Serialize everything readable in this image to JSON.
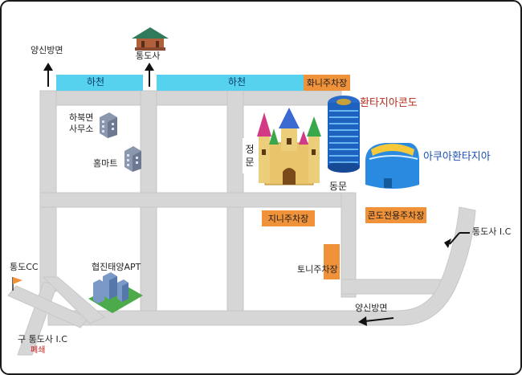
{
  "labels": {
    "yangsin_top": "양신방면",
    "tongdosa": "통도사",
    "river_left": "하천",
    "river_right": "하천",
    "hwani_parking": "화니주차장",
    "hwantazia_condo": "환타지아콘도",
    "habuk_office": "하북면\n사무소",
    "home_mart": "홈마트",
    "jeongmun": "정\n문",
    "aqua_hwantazia": "아쿠아환타지아",
    "dongmun": "동문",
    "jini_parking": "지니주차장",
    "condo_parking": "콘도전용주차장",
    "tongdosa_ic": "통도사 I.C",
    "tongdo_cc": "통도CC",
    "hyeopjin_apt": "협진태양APT",
    "toni_parking": "토니주차장",
    "yangsin_bottom": "양신방면",
    "old_ic": "구 통도사 I.C",
    "closed": "폐쇄"
  },
  "colors": {
    "background": "#ffffff",
    "road": "#d6d6d6",
    "road_edge": "#c4c4c4",
    "river": "#56d2ee",
    "parking": "#f0923a",
    "hwantazia_text": "#b32a1a",
    "aqua_text": "#1a4fb3",
    "closed_text": "#c21b1b",
    "frame": "#1a1a1a"
  }
}
